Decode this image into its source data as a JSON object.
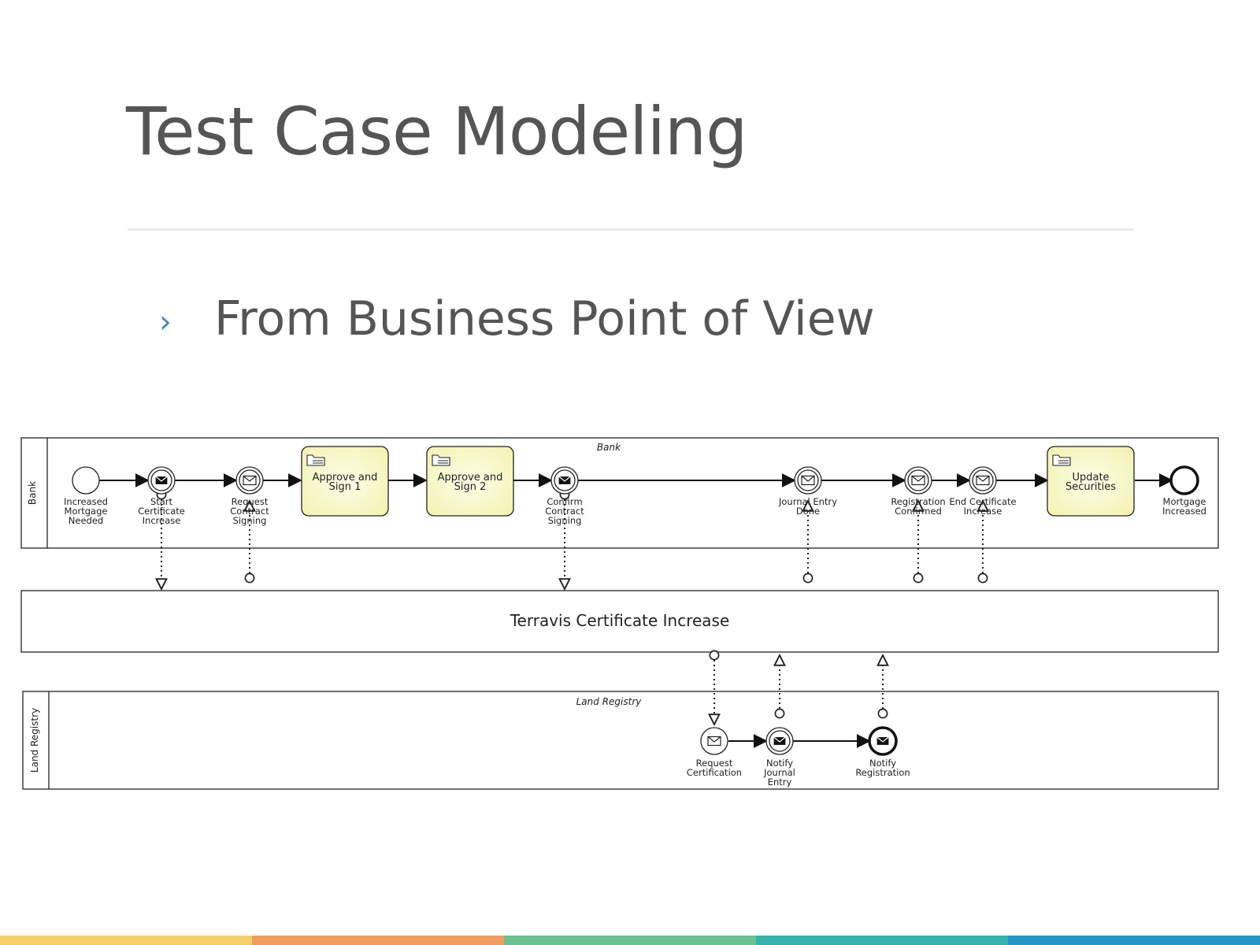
{
  "slide": {
    "title": "Test Case Modeling",
    "bullet": "From Business Point of View"
  },
  "diagram": {
    "pools": {
      "bank": {
        "lane_label": "Bank",
        "watermark": "Bank"
      },
      "terravis": {
        "label": "Terravis Certificate Increase"
      },
      "land_registry": {
        "lane_label": "Land Registry",
        "watermark": "Land Registry"
      }
    },
    "nodes": {
      "increased_mortgage_needed": {
        "label": "Increased Mortgage Needed",
        "lines": [
          "Increased",
          "Mortgage",
          "Needed"
        ],
        "kind": "start-event"
      },
      "start_certificate_increase": {
        "label": "Start Certificate Increase",
        "lines": [
          "Start",
          "Certificate",
          "Increase"
        ],
        "kind": "send-event"
      },
      "request_contract_signing": {
        "label": "Request Contract Signing",
        "lines": [
          "Request",
          "Contract",
          "Signing"
        ],
        "kind": "catch-event"
      },
      "approve_sign_1": {
        "label": "Approve and Sign 1",
        "lines": [
          "Approve and",
          "Sign 1"
        ],
        "kind": "subprocess"
      },
      "approve_sign_2": {
        "label": "Approve and Sign 2",
        "lines": [
          "Approve and",
          "Sign 2"
        ],
        "kind": "subprocess"
      },
      "confirm_contract_signing": {
        "label": "Confirm Contract Signing",
        "lines": [
          "Confirm",
          "Contract",
          "Signing"
        ],
        "kind": "send-event"
      },
      "journal_entry_done": {
        "label": "Journal Entry Done",
        "lines": [
          "Journal Entry",
          "Done"
        ],
        "kind": "catch-event"
      },
      "registration_confirmed": {
        "label": "Registration Confirmed",
        "lines": [
          "Registration",
          "Confirmed"
        ],
        "kind": "catch-event"
      },
      "end_certificate_increase": {
        "label": "End Certificate Increase",
        "lines": [
          "End Certificate",
          "Increase"
        ],
        "kind": "catch-event"
      },
      "update_securities": {
        "label": "Update Securities",
        "lines": [
          "Update",
          "Securities"
        ],
        "kind": "subprocess"
      },
      "mortgage_increased": {
        "label": "Mortgage Increased",
        "lines": [
          "Mortgage",
          "Increased"
        ],
        "kind": "end-event"
      },
      "request_certification": {
        "label": "Request Certification",
        "lines": [
          "Request",
          "Certification"
        ],
        "kind": "message-start-event"
      },
      "notify_journal_entry": {
        "label": "Notify Journal Entry",
        "lines": [
          "Notify",
          "Journal",
          "Entry"
        ],
        "kind": "send-event"
      },
      "notify_registration": {
        "label": "Notify Registration",
        "lines": [
          "Notify",
          "Registration"
        ],
        "kind": "message-end-event"
      }
    },
    "colors": {
      "task_fill_center": "#fdfde8",
      "task_fill_edge": "#f4f3b4",
      "stroke": "#222222",
      "watermark": "#b8b8b8"
    }
  },
  "footer_colors": [
    "#f5cf6b",
    "#ef9c5f",
    "#6cc18f",
    "#35b3ad",
    "#2596c8"
  ]
}
